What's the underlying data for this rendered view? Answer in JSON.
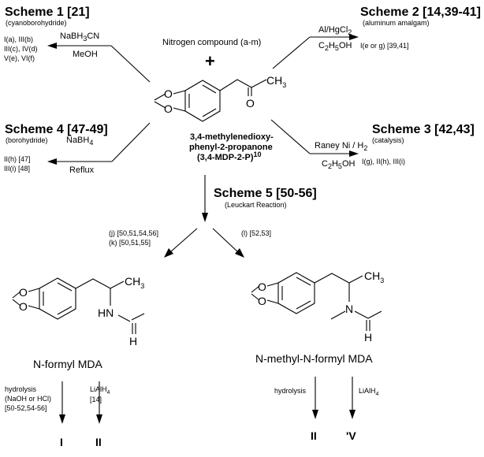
{
  "schemes": {
    "s1": {
      "title": "Scheme 1 [21]",
      "subtitle": "(cyanoborohydride)",
      "reagent": "NaBH",
      "reagent_sub": "3",
      "reagent_tail": "CN",
      "solvent": "MeOH",
      "products": [
        "I(a), III(b)",
        "III(c), IV(d)",
        "V(e), VI(f)"
      ]
    },
    "s2": {
      "title": "Scheme 2 [14,39-41]",
      "subtitle": "(aluminum amalgam)",
      "reagent": "Al/HgCl",
      "reagent_sub": "2",
      "solvent": "C",
      "solvent_sub1": "2",
      "solvent_mid": "H",
      "solvent_sub2": "5",
      "solvent_tail": "OH",
      "products": [
        "I(e or g) [39,41]"
      ]
    },
    "s3": {
      "title": "Scheme 3 [42,43]",
      "subtitle": "(catalysis)",
      "reagent": "Raney Ni / H",
      "reagent_sub": "2",
      "solvent": "C",
      "solvent_sub1": "2",
      "solvent_mid": "H",
      "solvent_sub2": "5",
      "solvent_tail": "OH",
      "products": [
        "I(g), II(h), III(i)"
      ]
    },
    "s4": {
      "title": "Scheme 4 [47-49]",
      "subtitle": "(borohydride)",
      "reagent": "NaBH",
      "reagent_sub": "4",
      "solvent": "Reflux",
      "products": [
        "II(h) [47]",
        "III(i) [48]"
      ]
    },
    "s5": {
      "title": "Scheme 5 [50-56]",
      "subtitle": "(Leuckart Reaction)",
      "left_refs": [
        "(j) [50,51,54,56]",
        "(k) [50,51,55]"
      ],
      "right_refs": [
        "(l) [52,53]"
      ]
    }
  },
  "center": {
    "nitrogen": "Nitrogen compound (a-m)",
    "plus": "+",
    "name_lines": [
      "3,4-methylenedioxy-",
      "phenyl-2-propanone"
    ],
    "abbr": "(3,4-MDP-2-P)",
    "abbr_sup": "10"
  },
  "atoms": {
    "O": "O",
    "CH": "CH",
    "three": "3",
    "HN": "HN",
    "N": "N",
    "H": "H"
  },
  "left_product": {
    "name": "N-formyl MDA",
    "left_arrow_lines": [
      "hydrolysis",
      "(NaOH or HCl)",
      "[50-52,54-56]"
    ],
    "right_arrow_label": "LiAlH",
    "right_arrow_sub": "4",
    "right_arrow_ref": "[14]",
    "results": [
      "I",
      "II"
    ]
  },
  "right_product": {
    "name": "N-methyl-N-formyl MDA",
    "left_arrow_label": "hydrolysis",
    "right_arrow_label": "LiAlH",
    "right_arrow_sub": "4",
    "results": [
      "II",
      "'V"
    ]
  }
}
